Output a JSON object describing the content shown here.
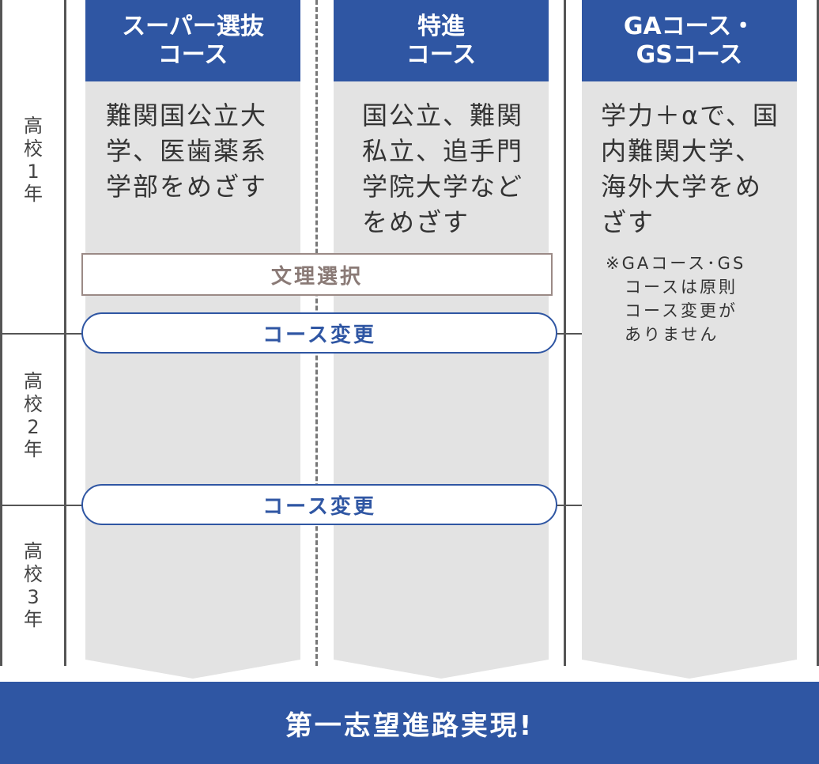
{
  "years": [
    {
      "l1": "高",
      "l2": "校",
      "num": "1",
      "l3": "年"
    },
    {
      "l1": "高",
      "l2": "校",
      "num": "2",
      "l3": "年"
    },
    {
      "l1": "高",
      "l2": "校",
      "num": "3",
      "l3": "年"
    }
  ],
  "courses": [
    {
      "title": "スーパー選抜\nコース",
      "desc": "難関国公立大\n学、医歯薬系\n学部をめざす"
    },
    {
      "title": "特進\nコース",
      "desc": "国公立、難関\n私立、追手門\n学院大学など\nをめざす"
    },
    {
      "title": "GAコース・\nGSコース",
      "desc": "学力＋αで、国\n内難関大学、\n海外大学をめ\nざす",
      "note": "※GAコース･GS\n　コースは原則\n　コース変更が\n　ありません"
    }
  ],
  "bunri_label": "文理選択",
  "change_label_1": "コース変更",
  "change_label_2": "コース変更",
  "bottom_banner": "第一志望進路実現!",
  "colors": {
    "blue": "#2f56a3",
    "gray_col": "#e3e3e3",
    "bunri_border": "#9b8a86"
  }
}
